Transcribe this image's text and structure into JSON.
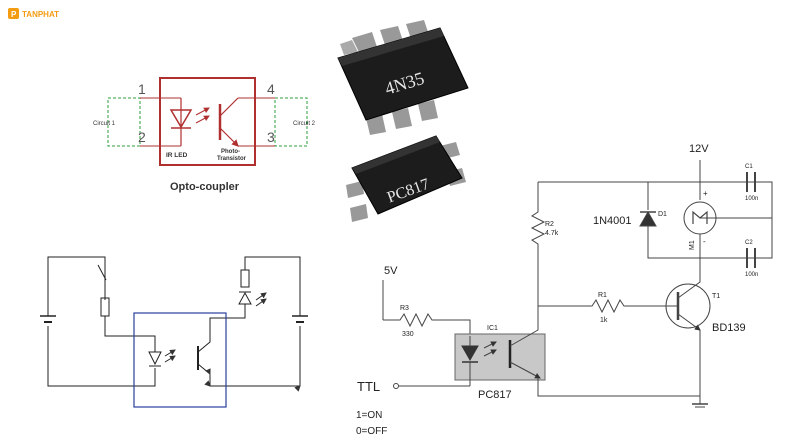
{
  "brand": {
    "name": "TANPHAT",
    "tagline": "",
    "color": "#f39c12"
  },
  "optocoupler_diagram": {
    "title": "Opto-coupler",
    "pin1": "1",
    "pin2": "2",
    "pin3": "3",
    "pin4": "4",
    "circuit1": "Circuit 1",
    "circuit2": "Circuit 2",
    "led_label": "IR LED",
    "transistor_label_1": "Photo-",
    "transistor_label_2": "Transistor",
    "box_color": "#b03030",
    "dash_color": "#2e9e3e"
  },
  "chips": {
    "chip1_label": "4N35",
    "chip2_label": "PC817"
  },
  "driver_schematic": {
    "supply": "12V",
    "input_voltage": "5V",
    "r3_name": "R3",
    "r3_value": "330",
    "r2_name": "R2",
    "r2_value": "4.7k",
    "r1_name": "R1",
    "r1_value": "1k",
    "ic_name": "IC1",
    "ic_part": "PC817",
    "diode_part": "1N4001",
    "diode_name": "D1",
    "transistor_name": "T1",
    "transistor_part": "BD139",
    "motor_name": "M1",
    "motor_plus": "+",
    "motor_minus": "-",
    "c1_name": "C1",
    "c1_value": "100n",
    "c2_name": "C2",
    "c2_value": "100n",
    "ttl_label": "TTL",
    "on_label": "1=ON",
    "off_label": "0=OFF",
    "ic_fill": "#c8c8c8"
  },
  "isolation_schematic": {
    "box_color": "#2b3f9e"
  }
}
